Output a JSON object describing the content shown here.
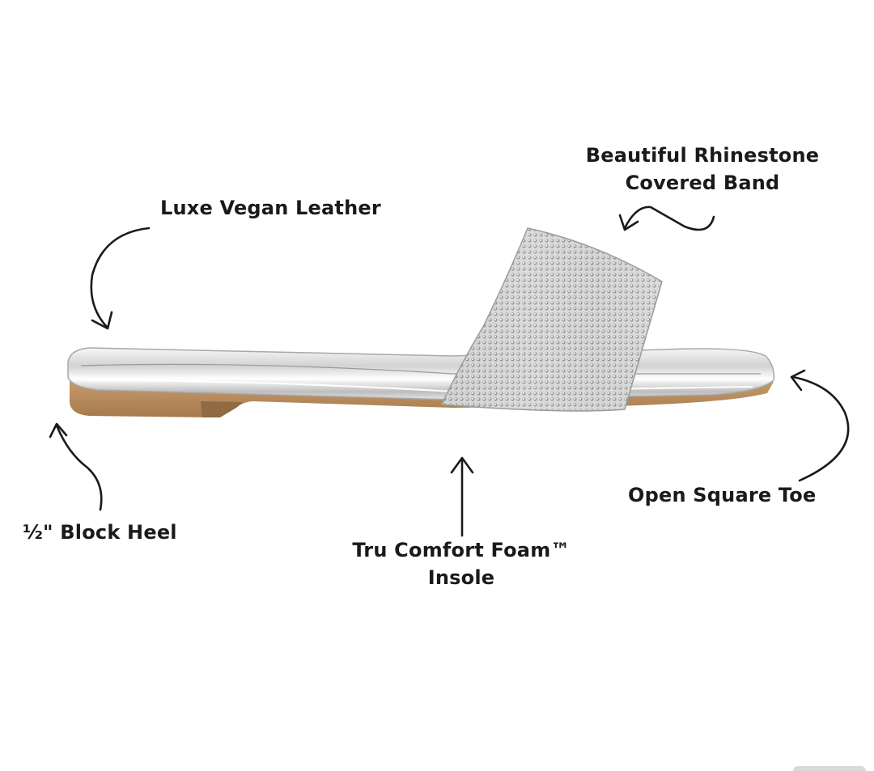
{
  "product": {
    "name": "rhinestone slide sandal",
    "colors": {
      "band": "#cfcfcf",
      "footbed": "#e9e9e9",
      "sole": "#b58a5c",
      "text": "#1a1a1a"
    }
  },
  "callouts": {
    "leather": {
      "text": "Luxe Vegan Leather"
    },
    "band": {
      "line1": "Beautiful Rhinestone",
      "line2": "Covered Band"
    },
    "toe": {
      "text": "Open Square Toe"
    },
    "heel": {
      "text": "½\" Block Heel"
    },
    "insole": {
      "line1": "Tru Comfort Foam™",
      "line2": "Insole"
    }
  }
}
